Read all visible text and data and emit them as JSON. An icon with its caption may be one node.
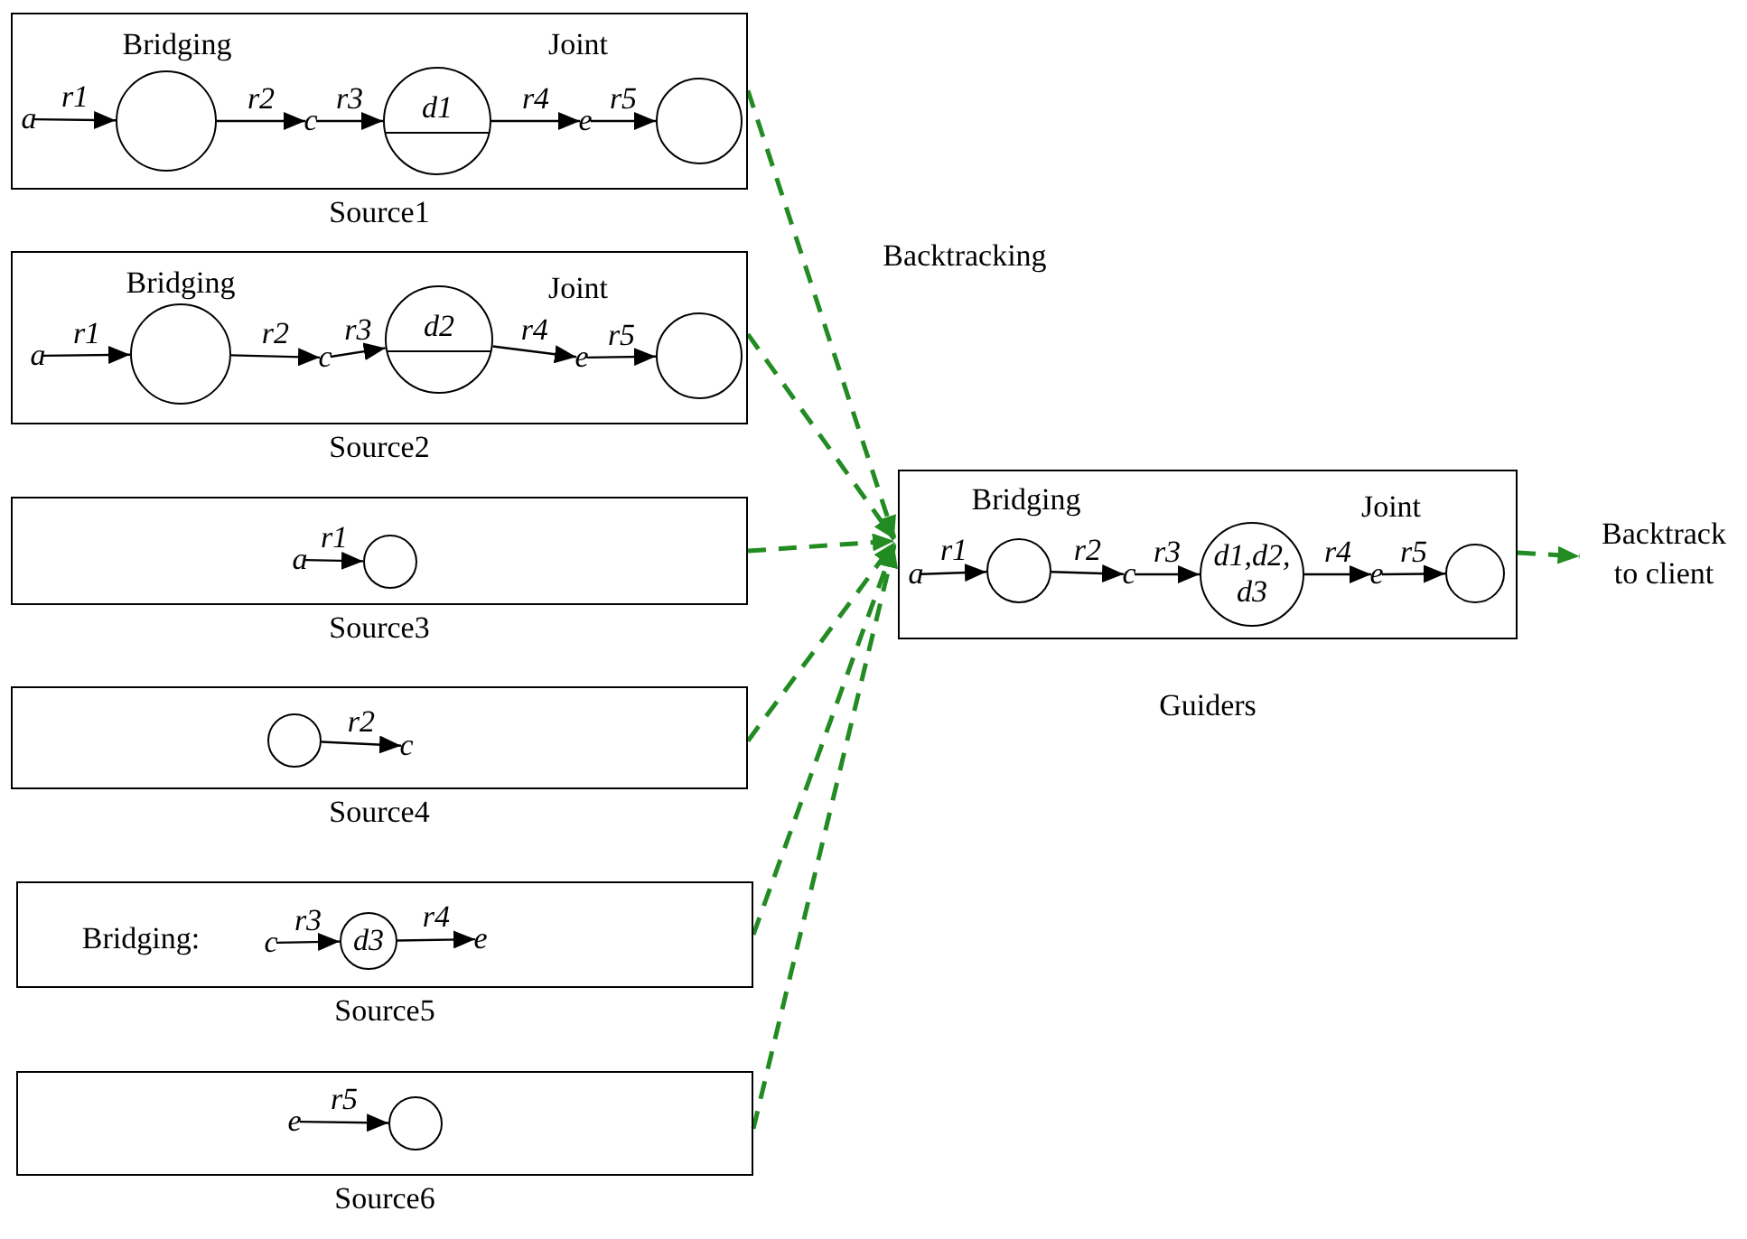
{
  "diagram": {
    "nodes": [
      {
        "text": [
          "Source1"
        ]
      },
      {
        "text": [
          "a"
        ],
        "in": 0
      },
      {
        "text": [],
        "shape": "circle",
        "in": 0
      },
      {
        "text": [
          "c"
        ],
        "in": 0
      },
      {
        "text": [
          "d1"
        ],
        "in": 0
      },
      {
        "text": [
          "e"
        ],
        "in": 0
      },
      {
        "text": [],
        "shape": "circle",
        "in": 0
      },
      {
        "text": [
          "Source2"
        ]
      },
      {
        "text": [
          "a"
        ],
        "in": 7
      },
      {
        "text": [],
        "shape": "circle",
        "in": 7
      },
      {
        "text": [
          "c"
        ],
        "in": 7
      },
      {
        "text": [
          "d2"
        ],
        "in": 7
      },
      {
        "text": [
          "e"
        ],
        "in": 7
      },
      {
        "text": [],
        "shape": "circle",
        "in": 7
      },
      {
        "text": [
          "Source3"
        ]
      },
      {
        "text": [
          "a"
        ],
        "in": 14
      },
      {
        "text": [],
        "shape": "circle",
        "in": 14
      },
      {
        "text": [
          "Source4"
        ]
      },
      {
        "text": [],
        "shape": "circle",
        "in": 17
      },
      {
        "text": [
          "c"
        ],
        "in": 17
      },
      {
        "text": [
          "Source5"
        ]
      },
      {
        "text": [
          "c"
        ],
        "in": 20
      },
      {
        "text": [
          "d3"
        ],
        "in": 20
      },
      {
        "text": [
          "e"
        ],
        "in": 20
      },
      {
        "text": [
          "Source6"
        ]
      },
      {
        "text": [
          "e"
        ],
        "in": 24
      },
      {
        "text": [],
        "shape": "circle",
        "in": 24
      },
      {
        "text": [
          "Guiders"
        ]
      },
      {
        "text": [
          "a"
        ],
        "in": 27
      },
      {
        "text": [],
        "shape": "circle",
        "in": 27
      },
      {
        "text": [
          "c"
        ],
        "in": 27
      },
      {
        "text": [
          "d1,d2, d3"
        ],
        "in": 27
      },
      {
        "text": [
          "e"
        ],
        "in": 27
      },
      {
        "text": [],
        "shape": "circle",
        "in": 27
      },
      {
        "text": [
          "Backtrack to client"
        ]
      }
    ],
    "edges": [
      {
        "from": 1,
        "to": 2,
        "arrow": "to",
        "label": "r1"
      },
      {
        "from": 2,
        "to": 3,
        "arrow": "to",
        "label": "r2"
      },
      {
        "from": 3,
        "to": 4,
        "arrow": "to",
        "label": "r3"
      },
      {
        "from": 4,
        "to": 5,
        "arrow": "to",
        "label": "r4"
      },
      {
        "from": 5,
        "to": 6,
        "arrow": "to",
        "label": "r5"
      },
      {
        "from": 8,
        "to": 9,
        "arrow": "to",
        "label": "r1"
      },
      {
        "from": 9,
        "to": 10,
        "arrow": "to",
        "label": "r2"
      },
      {
        "from": 10,
        "to": 11,
        "arrow": "to",
        "label": "r3"
      },
      {
        "from": 11,
        "to": 12,
        "arrow": "to",
        "label": "r4"
      },
      {
        "from": 12,
        "to": 13,
        "arrow": "to",
        "label": "r5"
      },
      {
        "from": 15,
        "to": 16,
        "arrow": "to",
        "label": "r1"
      },
      {
        "from": 18,
        "to": 19,
        "arrow": "to",
        "label": "r2"
      },
      {
        "from": 21,
        "to": 22,
        "arrow": "to",
        "label": "r3"
      },
      {
        "from": 22,
        "to": 23,
        "arrow": "to",
        "label": "r4"
      },
      {
        "from": 25,
        "to": 26,
        "arrow": "to",
        "label": "r5"
      },
      {
        "from": 28,
        "to": 29,
        "arrow": "to",
        "label": "r1"
      },
      {
        "from": 29,
        "to": 30,
        "arrow": "to",
        "label": "r2"
      },
      {
        "from": 30,
        "to": 31,
        "arrow": "to",
        "label": "r3"
      },
      {
        "from": 31,
        "to": 32,
        "arrow": "to",
        "label": "r4"
      },
      {
        "from": 32,
        "to": 33,
        "arrow": "to",
        "label": "r5"
      },
      {
        "from": 0,
        "to": 27,
        "arrow": "to",
        "style": "dashed",
        "color": "#228b22"
      },
      {
        "from": 7,
        "to": 27,
        "arrow": "to",
        "style": "dashed",
        "color": "#228b22"
      },
      {
        "from": 14,
        "to": 27,
        "arrow": "to",
        "style": "dashed",
        "color": "#228b22"
      },
      {
        "from": 17,
        "to": 27,
        "arrow": "to",
        "style": "dashed",
        "color": "#228b22"
      },
      {
        "from": 20,
        "to": 27,
        "arrow": "to",
        "style": "dashed",
        "color": "#228b22"
      },
      {
        "from": 24,
        "to": 27,
        "arrow": "to",
        "style": "dashed",
        "color": "#228b22"
      },
      {
        "from": 27,
        "to": 34,
        "arrow": "to",
        "style": "dashed",
        "color": "#228b22"
      }
    ],
    "labels": [
      "Bridging",
      "Joint",
      "Backtracking",
      "Bridging",
      "Joint",
      "Bridging",
      "Joint",
      "Bridging:"
    ]
  }
}
